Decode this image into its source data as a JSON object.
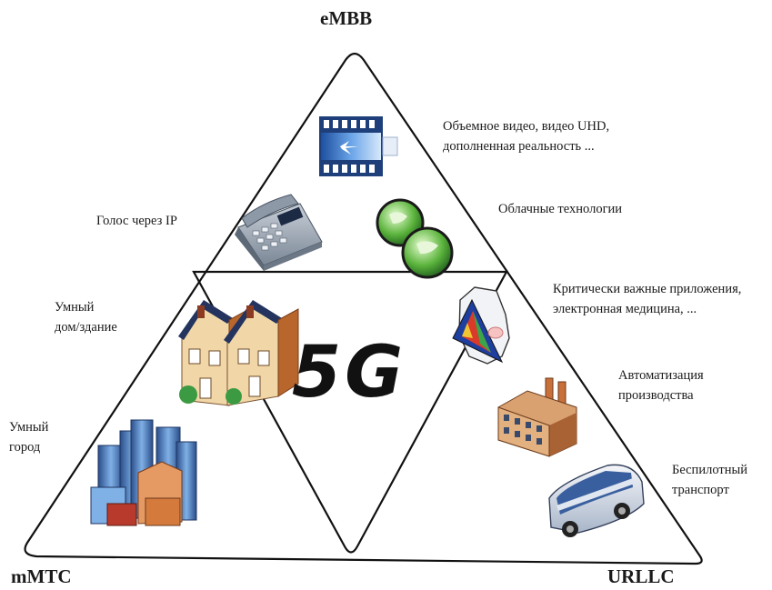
{
  "corners": {
    "top": "eMBB",
    "bottom_left": "mMTC",
    "bottom_right": "URLLC"
  },
  "center_label": "5G",
  "labels": {
    "video": [
      "Объемное видео, видео UHD,",
      "дополненная реальность ..."
    ],
    "cloud": "Облачные технологии",
    "voip": "Голос через IP",
    "critical": [
      "Критически важные приложения,",
      "электронная медицина, ..."
    ],
    "smart_home": [
      "Умный",
      "дом/здание"
    ],
    "automation": [
      "Автоматизация",
      "производства"
    ],
    "smart_city": [
      "Умный",
      "город"
    ],
    "autonomous": [
      "Беспилотный",
      "транспорт"
    ]
  },
  "icons": [
    "video-film-icon",
    "desk-phone-icon",
    "cloud-globes-icon",
    "medical-chart-icon",
    "houses-icon",
    "factory-icon",
    "city-buildings-icon",
    "bus-icon"
  ],
  "colors": {
    "outline": "#111111",
    "text": "#1a1a1a"
  }
}
